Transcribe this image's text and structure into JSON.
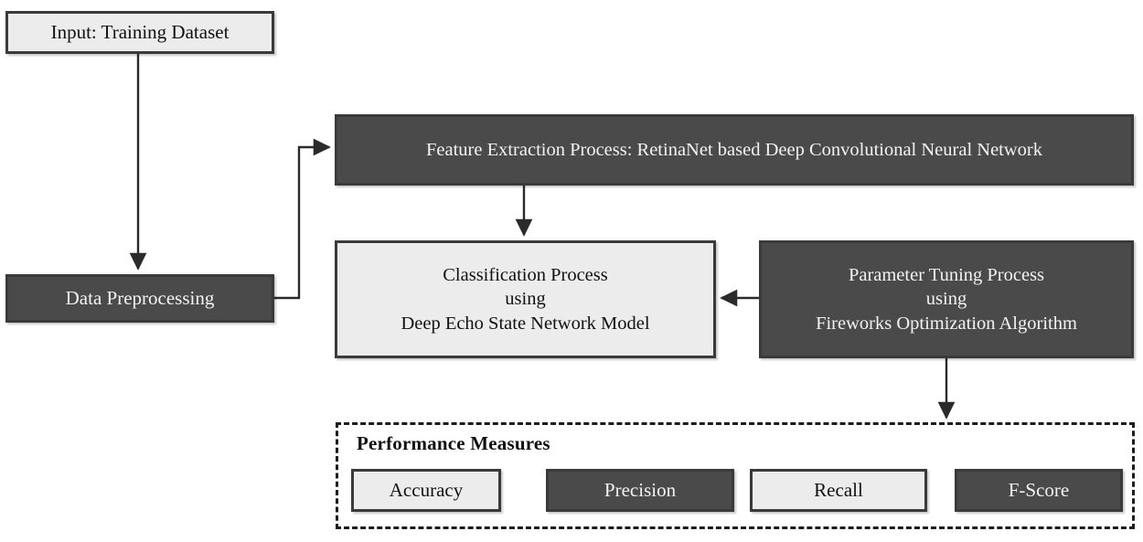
{
  "diagram": {
    "title_text": "Performance Measures",
    "nodes": {
      "input": {
        "label": "Input: Training Dataset",
        "style": "light"
      },
      "preprocess": {
        "label": "Data Preprocessing",
        "style": "dark"
      },
      "feature": {
        "label": "Feature Extraction Process: RetinaNet based Deep Convolutional Neural Network",
        "style": "dark"
      },
      "classify": {
        "label": "Classification Process\nusing\nDeep Echo State Network Model",
        "style": "light"
      },
      "tuning": {
        "label": "Parameter Tuning Process\nusing\nFireworks Optimization Algorithm",
        "style": "dark"
      }
    },
    "metrics": [
      {
        "label": "Accuracy",
        "style": "light"
      },
      {
        "label": "Precision",
        "style": "dark"
      },
      {
        "label": "Recall",
        "style": "light"
      },
      {
        "label": "F-Score",
        "style": "dark"
      }
    ],
    "colors": {
      "light_fill": "#ececec",
      "dark_fill": "#4a4a4a",
      "border": "#3a3a3a",
      "light_text": "#111111",
      "dark_text": "#f3f3f3",
      "edge": "#2b2b2b"
    }
  }
}
